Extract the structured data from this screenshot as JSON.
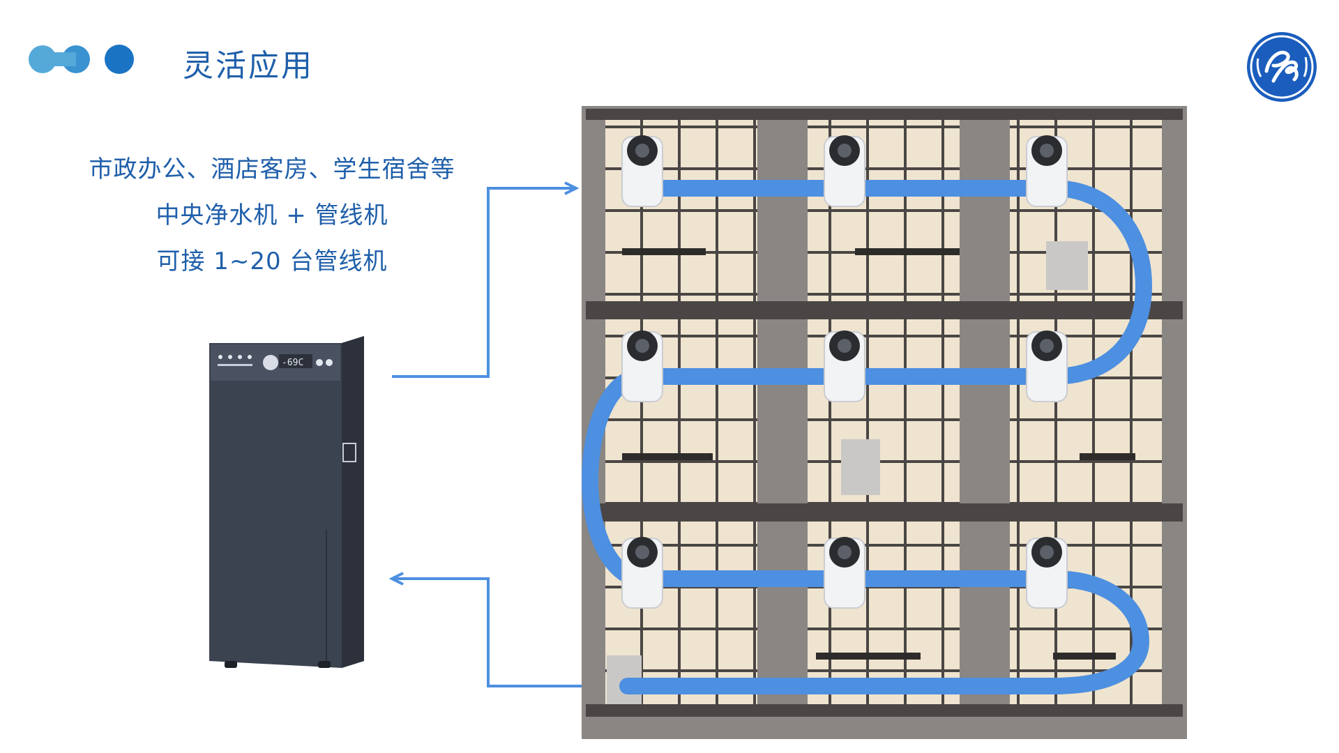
{
  "header": {
    "title": "灵活应用",
    "dots_color_light": "#54a9d9",
    "dots_color_dark": "#1b73c4",
    "logo_icon": "ge-logo-icon",
    "logo_color": "#1a5dbd"
  },
  "features": {
    "line1": "市政办公、酒店客房、学生宿舍等",
    "line2": "中央净水机 + 管线机",
    "line3": "可接 1~20 台管线机"
  },
  "illustration": {
    "purifier_display": "-69C",
    "pipe_color": "#4d8fe0",
    "arrow_color": "#4d8fe0"
  }
}
